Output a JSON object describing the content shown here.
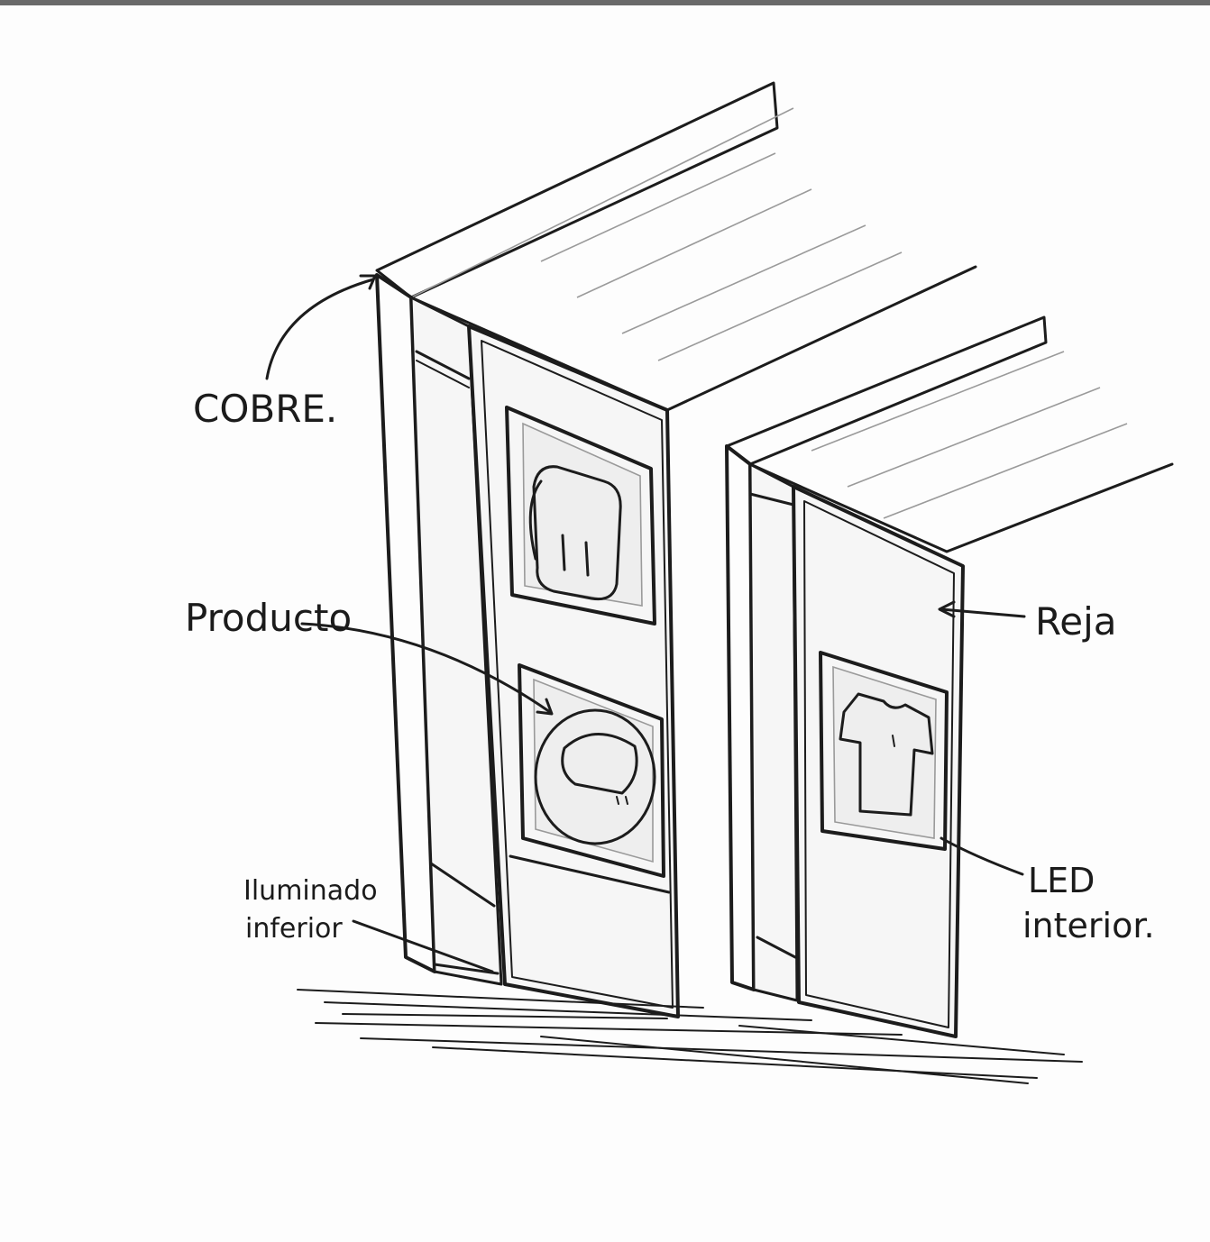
{
  "labels": {
    "cobre": "COBRE.",
    "producto": "Producto",
    "reja": "Reja",
    "iluminado_line1": "Iluminado",
    "iluminado_line2": "inferior",
    "led_line1": "LED",
    "led_line2": "interior."
  },
  "icons": {
    "product_top": "backpack-icon",
    "product_middle": "helmet-icon",
    "product_right": "tshirt-icon"
  },
  "colors": {
    "ink": "#1c1c1c",
    "paper": "#fdfdfd"
  }
}
